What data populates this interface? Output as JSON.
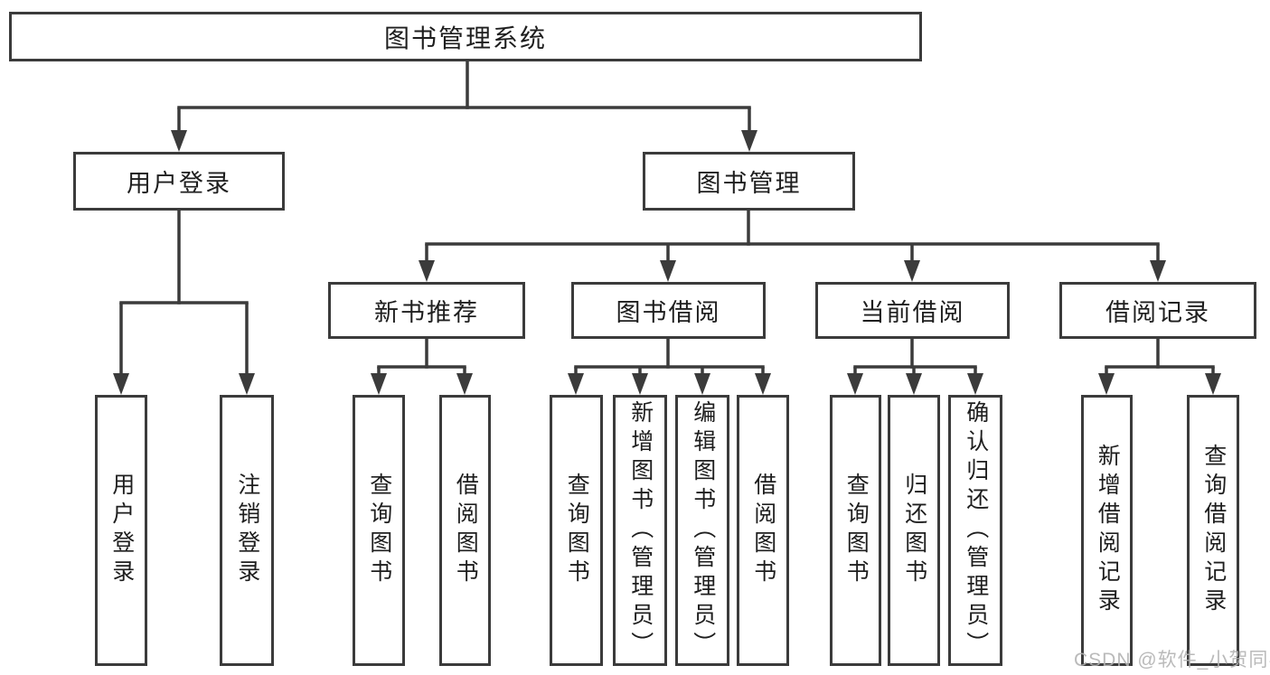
{
  "diagram": {
    "title": "图书管理系统",
    "tree": {
      "root": {
        "label": "图书管理系统"
      },
      "level2": [
        {
          "label": "用户登录",
          "children": [
            {
              "label": "用户登录"
            },
            {
              "label": "注销登录"
            }
          ]
        },
        {
          "label": "图书管理",
          "children": [
            {
              "label": "新书推荐",
              "children": [
                {
                  "label": "查询图书"
                },
                {
                  "label": "借阅图书"
                }
              ]
            },
            {
              "label": "图书借阅",
              "children": [
                {
                  "label": "查询图书"
                },
                {
                  "label": "新增图书（管理员）"
                },
                {
                  "label": "编辑图书（管理员）"
                },
                {
                  "label": "借阅图书"
                }
              ]
            },
            {
              "label": "当前借阅",
              "children": [
                {
                  "label": "查询图书"
                },
                {
                  "label": "归还图书"
                },
                {
                  "label": "确认归还（管理员）"
                }
              ]
            },
            {
              "label": "借阅记录",
              "children": [
                {
                  "label": "新增借阅记录"
                },
                {
                  "label": "查询借阅记录"
                }
              ]
            }
          ]
        }
      ]
    },
    "colors": {
      "line": "#3b3b3b",
      "text": "#1e1e1e",
      "background": "#ffffff",
      "watermark": "#b2b2b2"
    }
  },
  "watermark": {
    "text": "CSDN @软件_小贺同学"
  }
}
